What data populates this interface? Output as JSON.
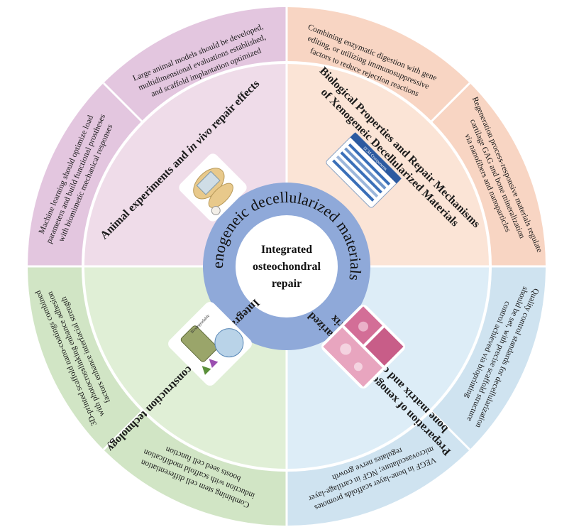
{
  "colors": {
    "outer_top_left": "#E3C6DF",
    "outer_top_right": "#F8D5C3",
    "outer_bottom_right": "#CFE3F0",
    "outer_bottom_left": "#D1E5C5",
    "inner_top_left": "#EFDCE9",
    "inner_top_right": "#FBE4D6",
    "inner_bottom_right": "#DDEDF7",
    "inner_bottom_left": "#E0EFD6",
    "ring": "#8FA9D9",
    "core": "#FFFFFF",
    "divider": "#FFFFFF"
  },
  "center": {
    "lines": [
      "Integrated",
      "osteochondral",
      "repair"
    ]
  },
  "ring": {
    "label": "Xenogeneic decellularized materials"
  },
  "sectors": {
    "top_left": {
      "title_plain": "Animal experiments and ",
      "title_italic": "in vivo",
      "title_tail": " repair effects",
      "icon": "knee-joint-mouse-illustration"
    },
    "top_right": {
      "title_line1": "Biological Properties and Repair Mechanisms",
      "title_line2": "of Xenogeneic Decellularized Materials",
      "icon": "ecm-components-illustration",
      "icon_caption": "ECM Components"
    },
    "bottom_right": {
      "title_line1": "Preparation of xenogeneic decellularized",
      "title_line2": "bone matrix and cartilage matrix",
      "icon": "histology-micrographs"
    },
    "bottom_left": {
      "title": "Integrated scaffold construction technology",
      "icon": "scaffold-structure-illustration",
      "icon_caption": "Biodegradable"
    }
  },
  "outer": {
    "top_left_a": [
      "Large animal models should be developed,",
      "multidimensional evaluations established,",
      "and scaffold implantation optimized"
    ],
    "top_left_b": [
      "Machine learning should optimize load",
      "parameters and build functional prostheses",
      "with biomimetic mechanical responses"
    ],
    "top_right_a": [
      "Combining enzymatic digestion with gene",
      "editing, or utilizing immunosuppressive",
      "factors to reduce rejection reactions"
    ],
    "top_right_b": [
      "Regeneration process-responsive materials regulate",
      "cartilage GAG and bone mineralization",
      "via nanofibers and nanoparticles"
    ],
    "bottom_right_a": [
      "Quality control standards for decellularization",
      "should be set, with precise scaffold structure",
      "control achieved via bioprinting"
    ],
    "bottom_right_b": [
      "VEGF in bone-layer scaffolds promotes",
      "microvasculature; NGF in cartilage-layer",
      "regulates nerve growth"
    ],
    "bottom_left_a": [
      "3D-printed scaffold nano-coatings combined",
      "with photocrosslinking enhance adhesion",
      "factors enhance interfacial strength"
    ],
    "bottom_left_b": [
      "Combining stem cell differentiation",
      "induction with scaffold modification",
      "boosts seed cell function"
    ]
  }
}
